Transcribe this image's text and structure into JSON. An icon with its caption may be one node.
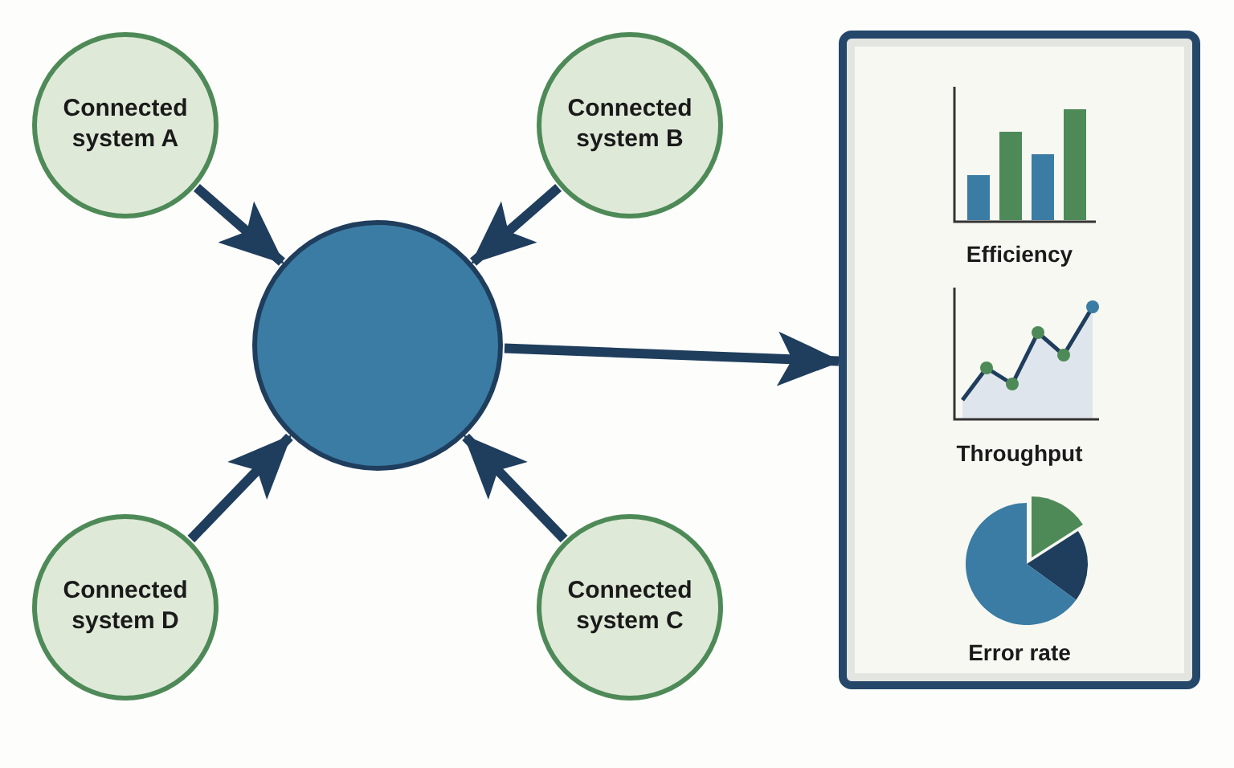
{
  "diagram": {
    "nodes": [
      {
        "text": [
          "Connected system A"
        ]
      },
      {
        "text": [
          "Connected system B"
        ]
      },
      {
        "text": [],
        "shape": "circle"
      },
      {
        "text": [
          "Efficiency",
          "Throughput",
          "Error rate"
        ]
      },
      {
        "text": [
          "Connected system D"
        ]
      },
      {
        "text": [
          "Connected system C"
        ]
      }
    ],
    "edges": [
      {
        "from": 0,
        "to": 2,
        "arrow": "to"
      },
      {
        "from": 1,
        "to": 2,
        "arrow": "to"
      },
      {
        "from": 4,
        "to": 2,
        "arrow": "to"
      },
      {
        "from": 5,
        "to": 2,
        "arrow": "to"
      },
      {
        "from": 2,
        "to": 3,
        "arrow": "to"
      }
    ]
  }
}
